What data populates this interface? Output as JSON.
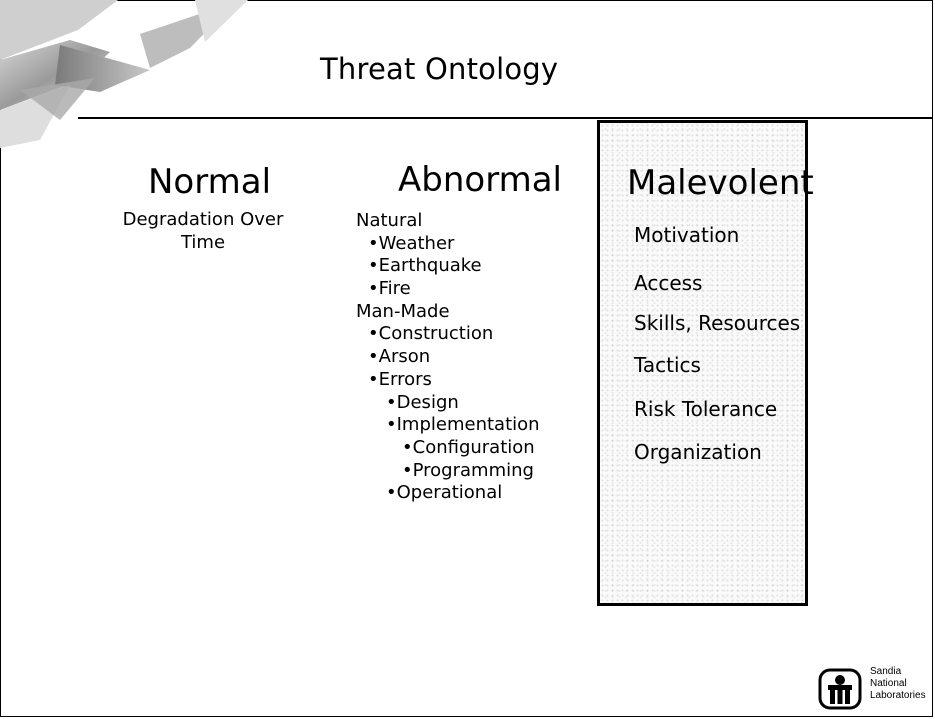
{
  "slide": {
    "title": "Threat Ontology"
  },
  "normal": {
    "heading": "Normal",
    "subtitle_line1": "Degradation Over",
    "subtitle_line2": "Time"
  },
  "abnormal": {
    "heading": "Abnormal",
    "items": [
      {
        "text": "Natural",
        "indent": 0,
        "bullet": false
      },
      {
        "text": "Weather",
        "indent": 1,
        "bullet": true
      },
      {
        "text": "Earthquake",
        "indent": 1,
        "bullet": true
      },
      {
        "text": "Fire",
        "indent": 1,
        "bullet": true
      },
      {
        "text": "Man-Made",
        "indent": 0,
        "bullet": false
      },
      {
        "text": "Construction",
        "indent": 1,
        "bullet": true
      },
      {
        "text": "Arson",
        "indent": 1,
        "bullet": true
      },
      {
        "text": "Errors",
        "indent": 1,
        "bullet": true
      },
      {
        "text": "Design",
        "indent": 2,
        "bullet": true
      },
      {
        "text": "Implementation",
        "indent": 2,
        "bullet": true
      },
      {
        "text": "Configuration",
        "indent": 3,
        "bullet": true
      },
      {
        "text": "Programming",
        "indent": 3,
        "bullet": true
      },
      {
        "text": "Operational",
        "indent": 2,
        "bullet": true
      }
    ]
  },
  "malevolent": {
    "heading": "Malevolent",
    "items": [
      "Motivation",
      "Access",
      "Skills, Resources",
      "Tactics",
      "Risk Tolerance",
      "Organization"
    ]
  },
  "logo": {
    "line1": "Sandia",
    "line2": "National",
    "line3": "Laboratories"
  }
}
